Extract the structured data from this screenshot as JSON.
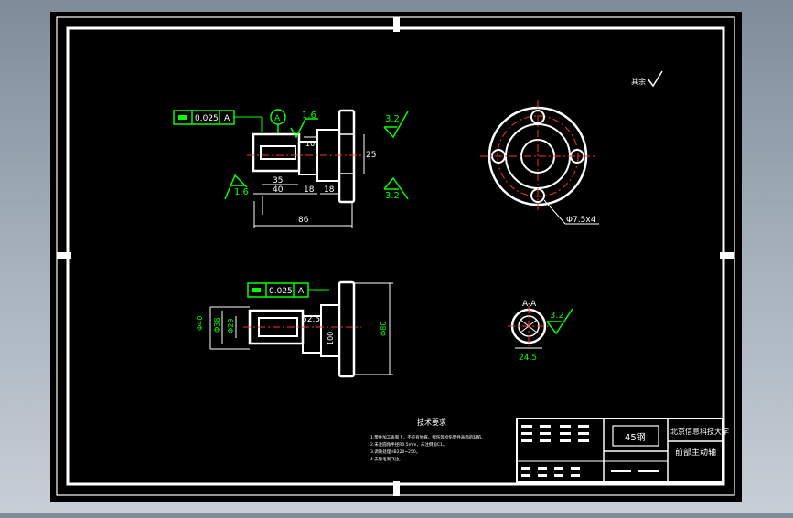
{
  "drawing": {
    "roughness_general": "其余",
    "roughness_values": {
      "r1_6_top": "1.6",
      "r3_2_top": "3.2",
      "r1_6_bottom": "1.6",
      "r3_2_bottom": "3.2",
      "r3_2_section": "3.2"
    },
    "tolerance_frames": [
      {
        "symbol": "runout",
        "value": "0.025",
        "datum": "A"
      },
      {
        "symbol": "runout",
        "value": "0.025",
        "datum": "A"
      }
    ],
    "datum_label": "A",
    "dims_top": {
      "d35": "35",
      "d40": "40",
      "d18a": "18",
      "d18b": "18",
      "d86": "86",
      "d25": "25",
      "d10": "10"
    },
    "dims_bottom": {
      "phi40": "Φ40",
      "phi38": "Φ38",
      "phi29": "Φ29",
      "d52_5": "52.5",
      "d100": "100",
      "phi80": "Φ80"
    },
    "flange_hole_label": "Φ7.5x4",
    "section": {
      "label_a": "A-A",
      "width": "24.5"
    },
    "notes": {
      "title": "技术要求",
      "lines": [
        "1.零件加工表面上，不应有划痕、擦伤等损伤零件表面的缺陷。",
        "2.未注圆角半径R0.5mm，未注倒角C1。",
        "3.调质处理HB220~250。",
        "4.去除毛刺飞边。"
      ]
    },
    "title_block": {
      "material": "45钢",
      "school": "北京信息科技大学",
      "part_name": "前部主动轴"
    }
  },
  "colors": {
    "sheet": "#000000",
    "outline": "#ffffff",
    "centerline": "#ff3030",
    "annotation": "#00ff00",
    "frame_bg": "#7e8c9a"
  }
}
